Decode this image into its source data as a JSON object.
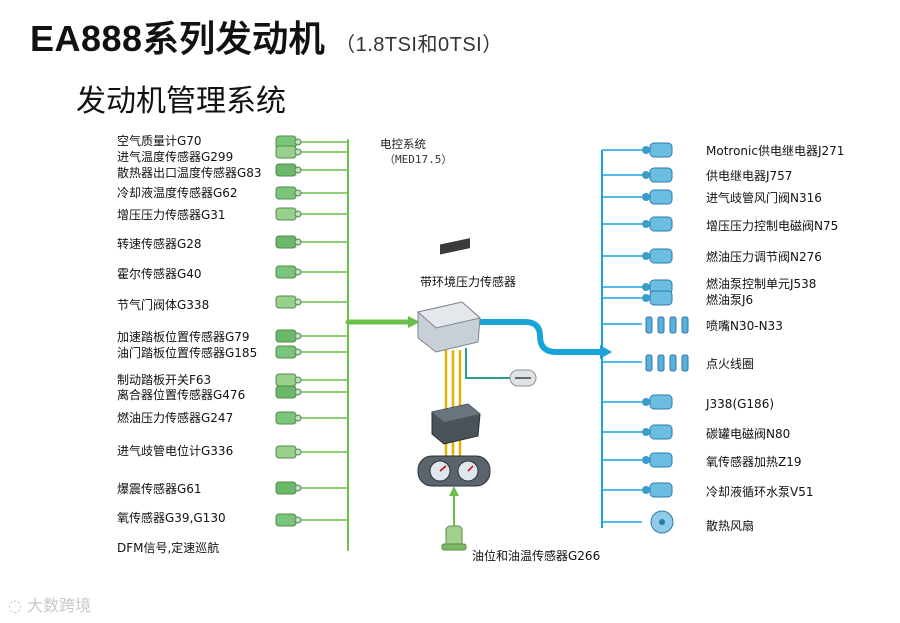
{
  "header": {
    "title": "EA888系列发动机",
    "title_suffix": "（1.8TSI和0TSI）",
    "subtitle": "发动机管理系统"
  },
  "ecu": {
    "label": "电控系统",
    "model": "（MED17.5）",
    "pressure_sensor": "带环境压力传感器"
  },
  "bottom_sensor": "油位和油温传感器G266",
  "inputs": [
    {
      "label": "空气质量计G70",
      "icon": "air-mass-meter-icon"
    },
    {
      "label": "进气温度传感器G299",
      "icon": "intake-temp-sensor-icon"
    },
    {
      "label": "散热器出口温度传感器G83",
      "icon": "radiator-temp-sensor-icon"
    },
    {
      "label": "冷却液温度传感器G62",
      "icon": "coolant-temp-sensor-icon"
    },
    {
      "label": "增压压力传感器G31",
      "icon": "boost-pressure-sensor-icon"
    },
    {
      "label": "转速传感器G28",
      "icon": "speed-sensor-icon"
    },
    {
      "label": "霍尔传感器G40",
      "icon": "hall-sensor-icon"
    },
    {
      "label": "节气门阀体G338",
      "icon": "throttle-body-icon"
    },
    {
      "label": "加速踏板位置传感器G79",
      "icon": "accelerator-pedal-icon"
    },
    {
      "label": "油门踏板位置传感器G185",
      "icon": "throttle-pedal-icon"
    },
    {
      "label": "制动踏板开关F63",
      "icon": "brake-switch-icon"
    },
    {
      "label": "离合器位置传感器G476",
      "icon": "clutch-sensor-icon"
    },
    {
      "label": "燃油压力传感器G247",
      "icon": "fuel-pressure-sensor-icon"
    },
    {
      "label": "进气歧管电位计G336",
      "icon": "manifold-potentiometer-icon"
    },
    {
      "label": "爆震传感器G61",
      "icon": "knock-sensor-icon"
    },
    {
      "label": "氧传感器G39,G130",
      "icon": "oxygen-sensor-icon"
    },
    {
      "label": "DFM信号,定速巡航",
      "icon": ""
    }
  ],
  "outputs": [
    {
      "label": "Motronic供电继电器J271",
      "icon": "relay-icon"
    },
    {
      "label": "供电继电器J757",
      "icon": "relay-icon"
    },
    {
      "label": "进气歧管风门阀N316",
      "icon": "valve-icon"
    },
    {
      "label": "增压压力控制电磁阀N75",
      "icon": "solenoid-valve-icon"
    },
    {
      "label": "燃油压力调节阀N276",
      "icon": "pressure-regulator-icon"
    },
    {
      "label": "燃油泵控制单元J538",
      "icon": "fuel-pump-control-icon"
    },
    {
      "label": "燃油泵J6",
      "icon": "fuel-pump-icon"
    },
    {
      "label": "喷嘴N30-N33",
      "icon": "injector-icon"
    },
    {
      "label": "点火线圈",
      "icon": "ignition-coil-icon"
    },
    {
      "label": "J338(G186)",
      "icon": "throttle-actuator-icon"
    },
    {
      "label": "碳罐电磁阀N80",
      "icon": "canister-valve-icon"
    },
    {
      "label": "氧传感器加热Z19",
      "icon": "oxygen-heater-icon"
    },
    {
      "label": "冷却液循环水泵V51",
      "icon": "coolant-pump-icon"
    },
    {
      "label": "散热风扇",
      "icon": "fan-icon"
    }
  ],
  "watermark": "大数跨境",
  "colors": {
    "input_line": "#6cc04a",
    "output_line": "#1aa3d9",
    "bus_line": "#e0b400",
    "can_line": "#2a9d8f"
  }
}
